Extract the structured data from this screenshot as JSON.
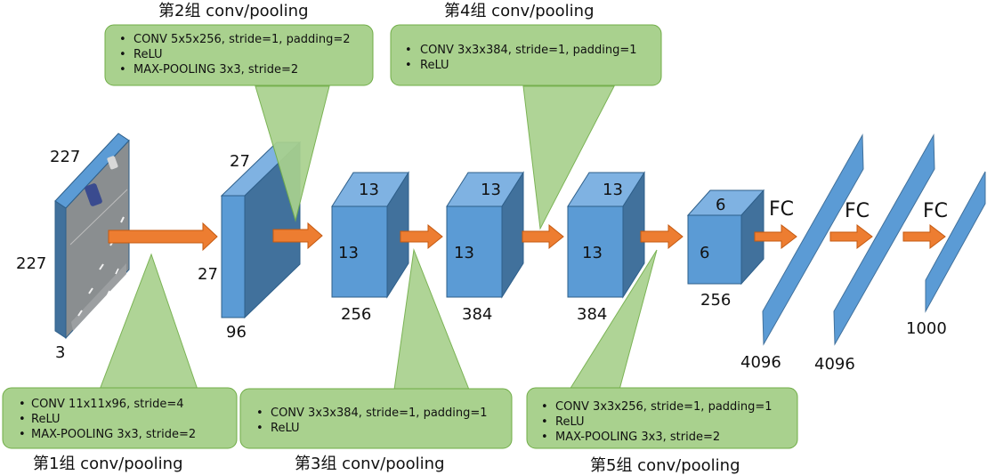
{
  "colors": {
    "block_front": "#5b9bd5",
    "block_top": "#7fb2e2",
    "block_side": "#41719c",
    "block_edge": "#2e5f8a",
    "arrow": "#ed7d31",
    "arrow_edge": "#c55a11",
    "callout_fill": "#a9d18e",
    "callout_edge": "#70ad47"
  },
  "input": {
    "width": "227",
    "height": "227",
    "depth": "3"
  },
  "blocks": [
    {
      "top": "27",
      "left": "27",
      "bottom": "96"
    },
    {
      "top": "13",
      "left": "13",
      "bottom": "256"
    },
    {
      "top": "13",
      "left": "13",
      "bottom": "384"
    },
    {
      "top": "13",
      "left": "13",
      "bottom": "384"
    },
    {
      "top": "6",
      "left": "6",
      "bottom": "256"
    }
  ],
  "fc": [
    {
      "title": "FC",
      "size": "4096"
    },
    {
      "title": "FC",
      "size": "4096"
    },
    {
      "title": "FC",
      "size": "1000"
    }
  ],
  "groups": [
    {
      "title": "第1组 conv/pooling",
      "items": [
        "CONV 11x11x96, stride=4",
        "ReLU",
        "MAX-POOLING 3x3, stride=2"
      ]
    },
    {
      "title": "第2组 conv/pooling",
      "items": [
        "CONV 5x5x256, stride=1, padding=2",
        "ReLU",
        "MAX-POOLING 3x3, stride=2"
      ]
    },
    {
      "title": "第3组 conv/pooling",
      "items": [
        "CONV 3x3x384, stride=1, padding=1",
        "ReLU"
      ]
    },
    {
      "title": "第4组 conv/pooling",
      "items": [
        "CONV 3x3x384, stride=1, padding=1",
        "ReLU"
      ]
    },
    {
      "title": "第5组 conv/pooling",
      "items": [
        "CONV 3x3x256, stride=1, padding=1",
        "ReLU",
        "MAX-POOLING 3x3, stride=2"
      ]
    }
  ]
}
